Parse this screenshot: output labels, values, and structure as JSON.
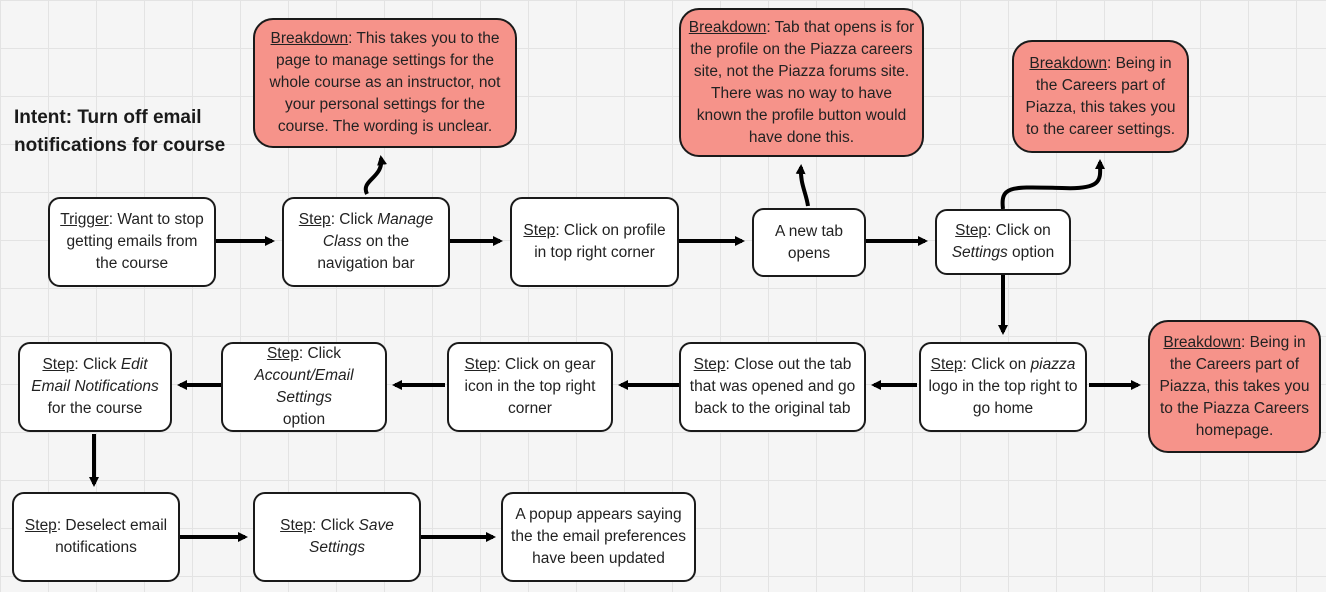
{
  "title": "Intent: Turn off email notifications for course",
  "colors": {
    "note": "#f6938a",
    "box": "#ffffff",
    "border": "#1a1a1a",
    "canvas": "#f5f5f5",
    "grid": "#e3e3e3"
  },
  "nodes": {
    "trigger": {
      "label": "Trigger",
      "text": ": Want to stop getting emails from the course"
    },
    "manage_class": {
      "label": "Step",
      "pre": ": Click ",
      "em": "Manage Class",
      "post": " on the navigation bar"
    },
    "profile": {
      "label": "Step",
      "text": ": Click on profile in top right corner"
    },
    "new_tab": {
      "text": "A new tab opens"
    },
    "settings": {
      "label": "Step",
      "pre": ": Click on ",
      "em": "Settings",
      "post": " option"
    },
    "piazza_logo": {
      "label": "Step",
      "pre": ": Click on ",
      "em": "piazza",
      "post": " logo in the top right to go home"
    },
    "close_tab": {
      "label": "Step",
      "text": ": Close out the tab that was opened and go back to the original tab"
    },
    "gear": {
      "label": "Step",
      "text": ": Click on gear icon in the top right corner"
    },
    "account_email": {
      "label": "Step",
      "pre": ": Click ",
      "em": "Account/Email Settings",
      "post": " option"
    },
    "edit_notifications": {
      "label": "Step",
      "pre": ": Click ",
      "em": "Edit Email Notifications",
      "post": " for the course"
    },
    "deselect": {
      "label": "Step",
      "text": ": Deselect email notifications"
    },
    "save": {
      "label": "Step",
      "pre": ": Click ",
      "em": "Save Settings",
      "post": ""
    },
    "popup": {
      "text": "A popup appears saying the the email preferences have been updated"
    }
  },
  "notes": {
    "manage_class": {
      "label": "Breakdown",
      "text": ": This takes you to the page to manage settings for the whole course as an instructor, not your personal settings for the course. The wording is unclear."
    },
    "new_tab": {
      "label": "Breakdown",
      "text": ": Tab that opens is for the profile on the Piazza careers site, not the Piazza forums site. There was no way to have known the profile button would have done this."
    },
    "settings": {
      "label": "Breakdown",
      "text": ": Being in the Careers part of Piazza, this takes you to the career settings."
    },
    "piazza_logo": {
      "label": "Breakdown",
      "text": ": Being in the Careers part of Piazza, this takes you to the Piazza Careers homepage."
    }
  }
}
